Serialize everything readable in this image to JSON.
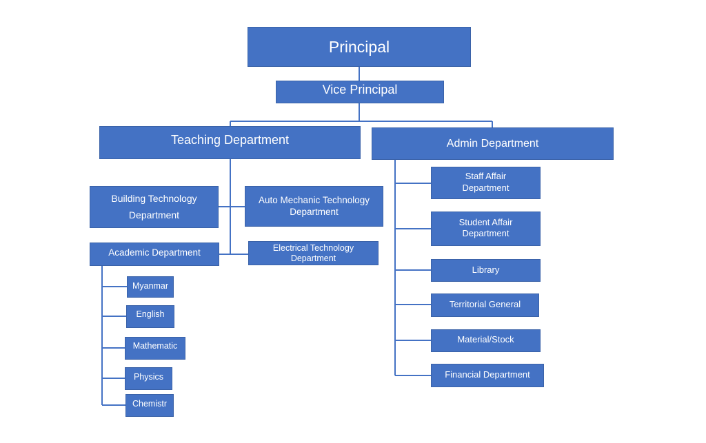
{
  "diagram": {
    "principal": "Principal",
    "vice_principal": "Vice Principal",
    "teaching": {
      "label": "Teaching Department",
      "building": "Building Technology\nDepartment",
      "auto": "Auto Mechanic Technology\nDepartment",
      "academic": "Academic Department",
      "electrical": "Electrical Technology\nDepartment",
      "subjects": [
        "Myanmar",
        "English",
        "Mathematic",
        "Physics",
        "Chemistr"
      ]
    },
    "admin": {
      "label": "Admin Department",
      "units": [
        "Staff Affair\nDepartment",
        "Student Affair\nDepartment",
        "Library",
        "Territorial General",
        "Material/Stock",
        "Financial Department"
      ]
    },
    "colors": {
      "box_fill": "#4472c4",
      "box_text": "#ffffff",
      "connector": "#4472c4"
    }
  }
}
